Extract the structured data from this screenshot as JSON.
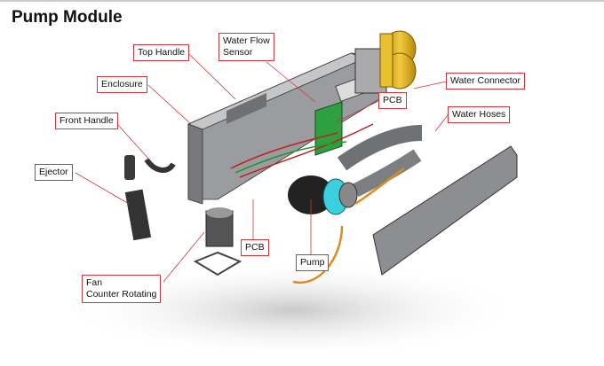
{
  "slide": {
    "title": "Pump Module"
  },
  "labels": {
    "top_handle": "Top Handle",
    "water_flow_sensor_line1": "Water Flow",
    "water_flow_sensor_line2": "Sensor",
    "water_connector": "Water Connector",
    "enclosure": "Enclosure",
    "pcb_top": "PCB",
    "water_hoses": "Water Hoses",
    "front_handle": "Front Handle",
    "ejector": "Ejector",
    "pcb_bottom": "PCB",
    "pump": "Pump",
    "fan_line1": "Fan",
    "fan_line2": "Counter Rotating"
  },
  "colors": {
    "label_border": "#d0343a",
    "leader": "#d0343a",
    "enclosure": "#8f9194",
    "connector": "#e0b020",
    "pcb": "#2fa040",
    "pump_accent": "#3ad0e0",
    "tube": "#e08a20"
  }
}
